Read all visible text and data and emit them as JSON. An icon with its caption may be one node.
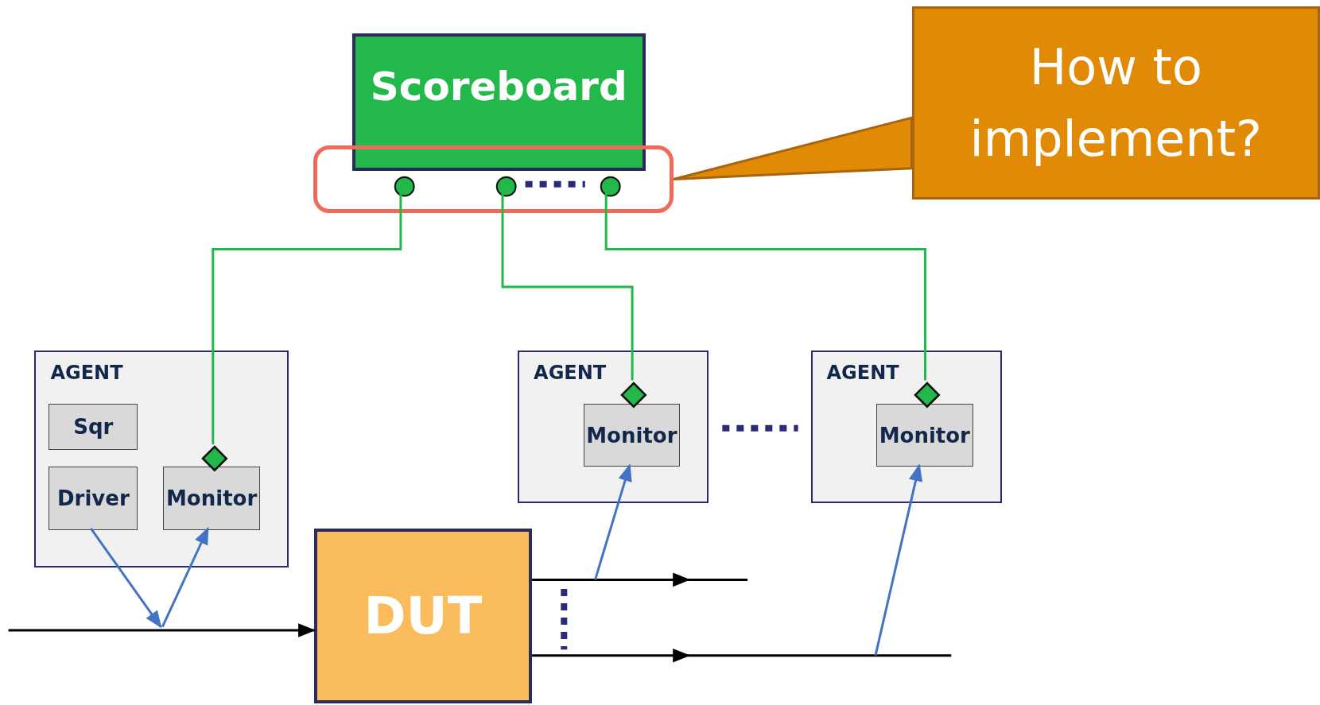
{
  "diagram": {
    "nodes": [
      {
        "text": [
          "Scoreboard"
        ]
      },
      {
        "text": [
          "How to implement?"
        ]
      },
      {
        "text": [],
        "shape": "box"
      },
      {
        "text": [],
        "shape": "circle",
        "in": 2
      },
      {
        "text": [],
        "shape": "circle",
        "in": 2
      },
      {
        "text": [],
        "shape": "circle",
        "in": 2
      },
      {
        "text": [
          "AGENT"
        ]
      },
      {
        "text": [
          "Sqr"
        ],
        "in": 6
      },
      {
        "text": [],
        "shape": "diamond",
        "in": 6
      },
      {
        "text": [
          "Driver"
        ],
        "in": 6
      },
      {
        "text": [
          "Monitor"
        ],
        "in": 6
      },
      {
        "text": [
          "AGENT"
        ]
      },
      {
        "text": [],
        "shape": "diamond",
        "in": 11
      },
      {
        "text": [
          "Monitor"
        ],
        "in": 11
      },
      {
        "text": [
          "AGENT"
        ]
      },
      {
        "text": [],
        "shape": "diamond",
        "in": 14
      },
      {
        "text": [
          "Monitor"
        ],
        "in": 14
      },
      {
        "text": [
          "DUT"
        ]
      }
    ],
    "edges": [
      {
        "from": 3,
        "to": 8,
        "arrow": "none",
        "color": "#22b84a"
      },
      {
        "from": 4,
        "to": 12,
        "arrow": "none",
        "color": "#22b84a"
      },
      {
        "from": 5,
        "to": 15,
        "arrow": "none",
        "color": "#22b84a"
      },
      {
        "from": 1,
        "to": 2,
        "arrow": "none",
        "color": "#a8640e"
      },
      {
        "from": null,
        "to": 17,
        "arrow": "to",
        "color": "#000000"
      },
      {
        "from": 9,
        "to": null,
        "arrow": "to",
        "color": "#4472c4"
      },
      {
        "from": null,
        "to": 10,
        "arrow": "to",
        "color": "#4472c4"
      },
      {
        "from": 17,
        "to": null,
        "arrow": "to",
        "color": "#000000"
      },
      {
        "from": 17,
        "to": null,
        "arrow": "to",
        "color": "#000000"
      },
      {
        "from": null,
        "to": 13,
        "arrow": "to",
        "color": "#4472c4"
      },
      {
        "from": null,
        "to": 16,
        "arrow": "to",
        "color": "#4472c4"
      }
    ]
  }
}
